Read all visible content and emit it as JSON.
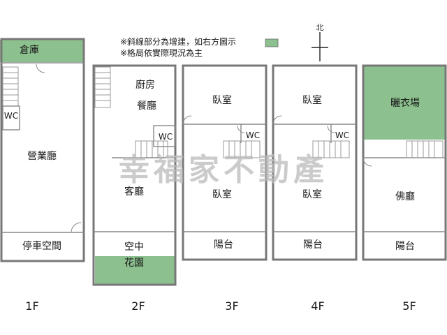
{
  "notes": {
    "line1": "※斜線部分為增建，如右方圖示",
    "line2": "※格局依實際現況為主"
  },
  "compass": {
    "label": "北"
  },
  "watermark": "幸福家不動產",
  "colors": {
    "extension": "#8cc08e",
    "wall": "#777777",
    "watermark": "#b9b9b9"
  },
  "floors": {
    "f1": {
      "label": "1F",
      "garage": "倉庫",
      "wc": "WC",
      "hall": "營業廳",
      "parking": "停車空間"
    },
    "f2": {
      "label": "2F",
      "kitchen": "廚房",
      "dining": "餐廳",
      "wc": "WC",
      "living": "客廳",
      "garden1": "空中",
      "garden2": "花園"
    },
    "f3": {
      "label": "3F",
      "bedroom1": "臥室",
      "wc": "WC",
      "bedroom2": "臥室",
      "balcony": "陽台"
    },
    "f4": {
      "label": "4F",
      "bedroom1": "臥室",
      "wc": "WC",
      "bedroom2": "臥室",
      "balcony": "陽台"
    },
    "f5": {
      "label": "5F",
      "laundry": "曬衣場",
      "shrine": "佛廳",
      "balcony": "陽台"
    }
  }
}
